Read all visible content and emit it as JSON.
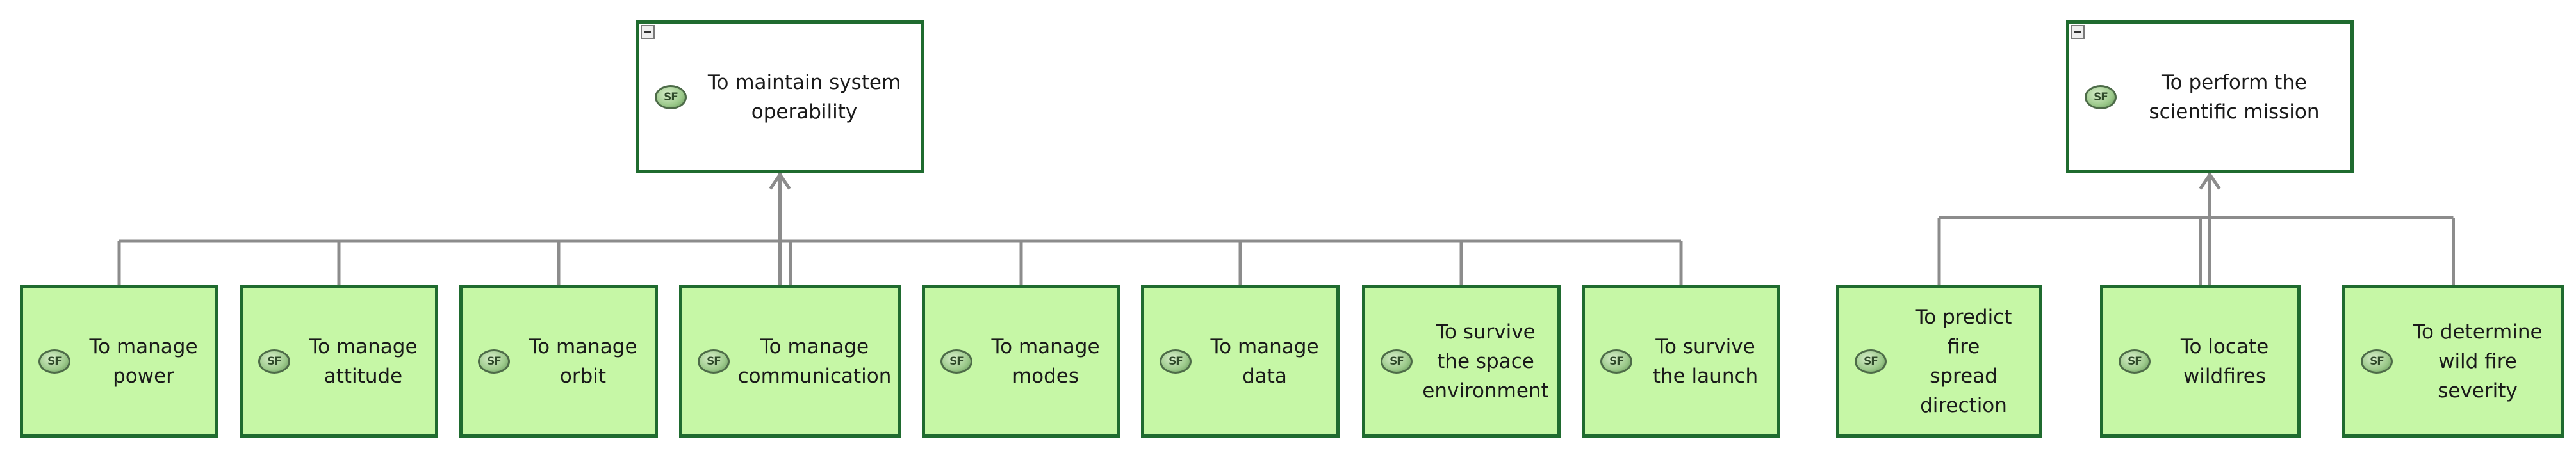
{
  "diagram": {
    "trees": [
      {
        "parent": {
          "label": "To maintain system\noperability",
          "icon": "sf-badge-icon",
          "icon_text": "SF"
        },
        "children": [
          {
            "label": "To manage\npower",
            "icon_text": "SF"
          },
          {
            "label": "To manage\nattitude",
            "icon_text": "SF"
          },
          {
            "label": "To manage\norbit",
            "icon_text": "SF"
          },
          {
            "label": "To manage\ncommunication",
            "icon_text": "SF"
          },
          {
            "label": "To manage\nmodes",
            "icon_text": "SF"
          },
          {
            "label": "To manage\ndata",
            "icon_text": "SF"
          },
          {
            "label": "To survive\nthe space\nenvironment",
            "icon_text": "SF"
          },
          {
            "label": "To survive\nthe launch",
            "icon_text": "SF"
          }
        ]
      },
      {
        "parent": {
          "label": "To perform the\nscientific mission",
          "icon": "sf-badge-icon",
          "icon_text": "SF"
        },
        "children": [
          {
            "label": "To predict fire\nspread direction",
            "icon_text": "SF"
          },
          {
            "label": "To locate\nwildfires",
            "icon_text": "SF"
          },
          {
            "label": "To determine\nwild fire\nseverity",
            "icon_text": "SF"
          }
        ]
      }
    ],
    "colors": {
      "node_border": "#1f6b2f",
      "child_fill": "#c6f7a6",
      "parent_fill": "#ffffff",
      "connector": "#8c8c8c"
    }
  }
}
